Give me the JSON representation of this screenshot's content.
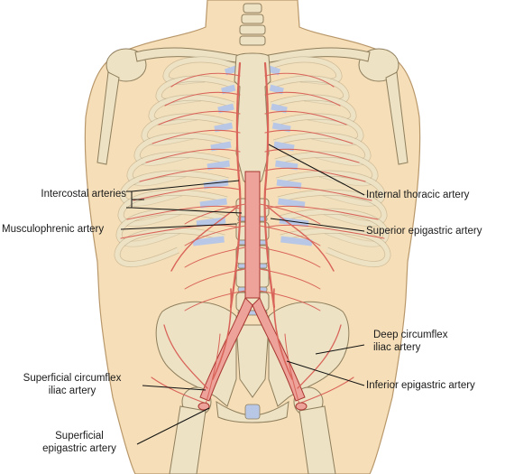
{
  "diagram": {
    "colors": {
      "skin": "#f6dfb8",
      "skin_outline": "#b8976a",
      "bone": "#ede2c4",
      "bone_outline": "#8e7e5c",
      "bone_shadow": "#cdbf98",
      "cartilage": "#b9c7e6",
      "artery": "#d9645a",
      "artery_light": "#eda39a",
      "artery_dark": "#a8352f",
      "leader": "#111111"
    },
    "labels": {
      "intercostal": "Intercostal arteries",
      "internal_thoracic": "Internal thoracic artery",
      "superior_epigastric": "Superior epigastric artery",
      "musculophrenic": "Musculophrenic artery",
      "deep_circumflex_1": "Deep circumflex",
      "deep_circumflex_2": "iliac artery",
      "inferior_epigastric": "Inferior epigastric artery",
      "superficial_circumflex_1": "Superficial circumflex",
      "superficial_circumflex_2": "iliac artery",
      "superficial_epigastric_1": "Superficial",
      "superficial_epigastric_2": "epigastric artery"
    }
  }
}
